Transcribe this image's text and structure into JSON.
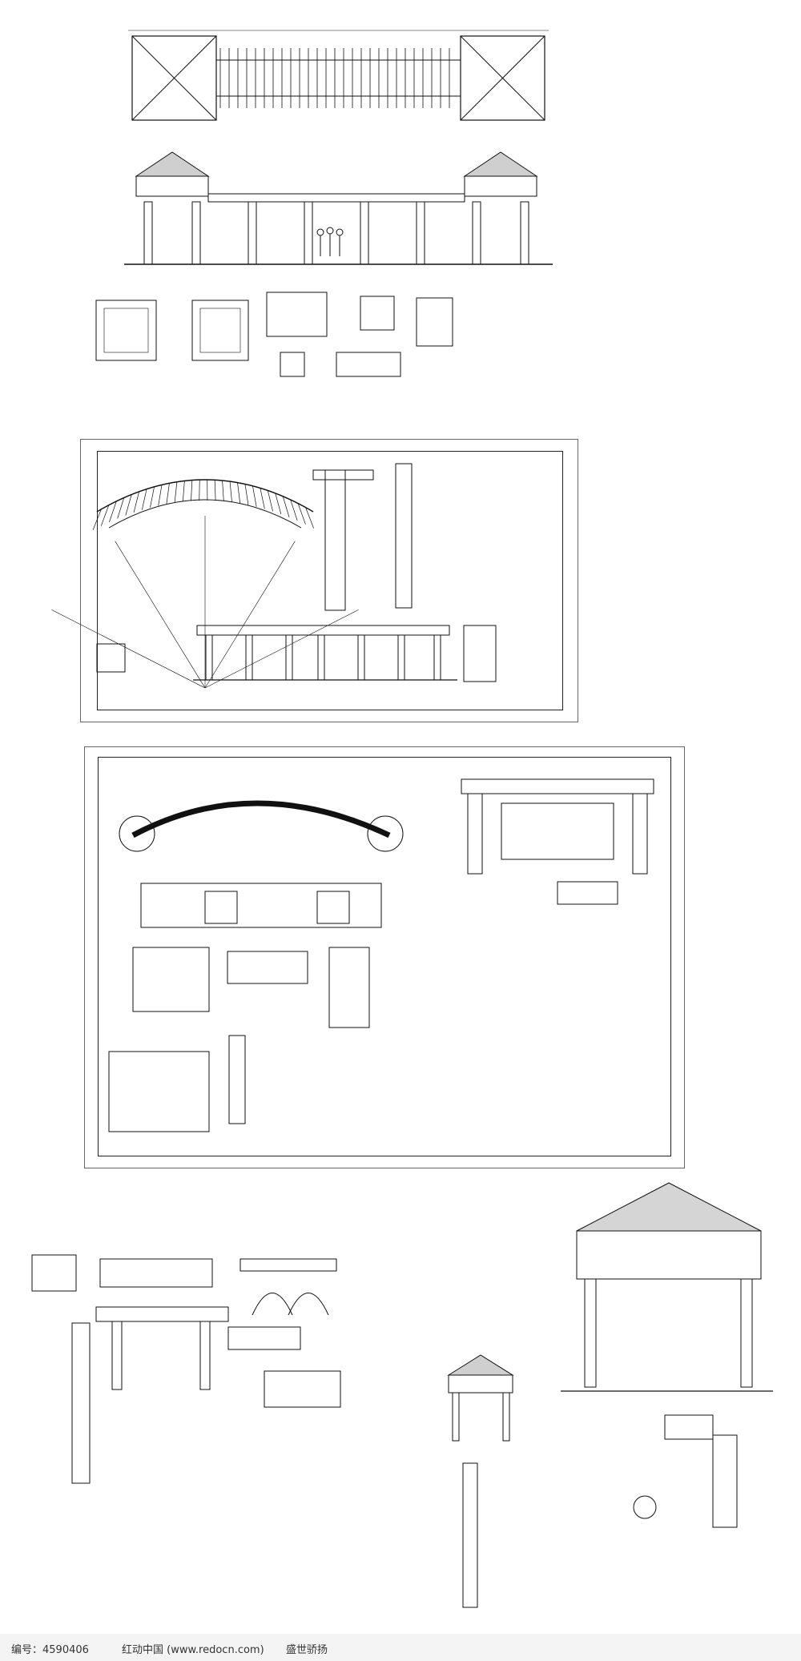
{
  "footer": {
    "id_label": "编号：4590406",
    "site": "红动中国 (www.redocn.com)",
    "author": "盛世骄扬"
  }
}
